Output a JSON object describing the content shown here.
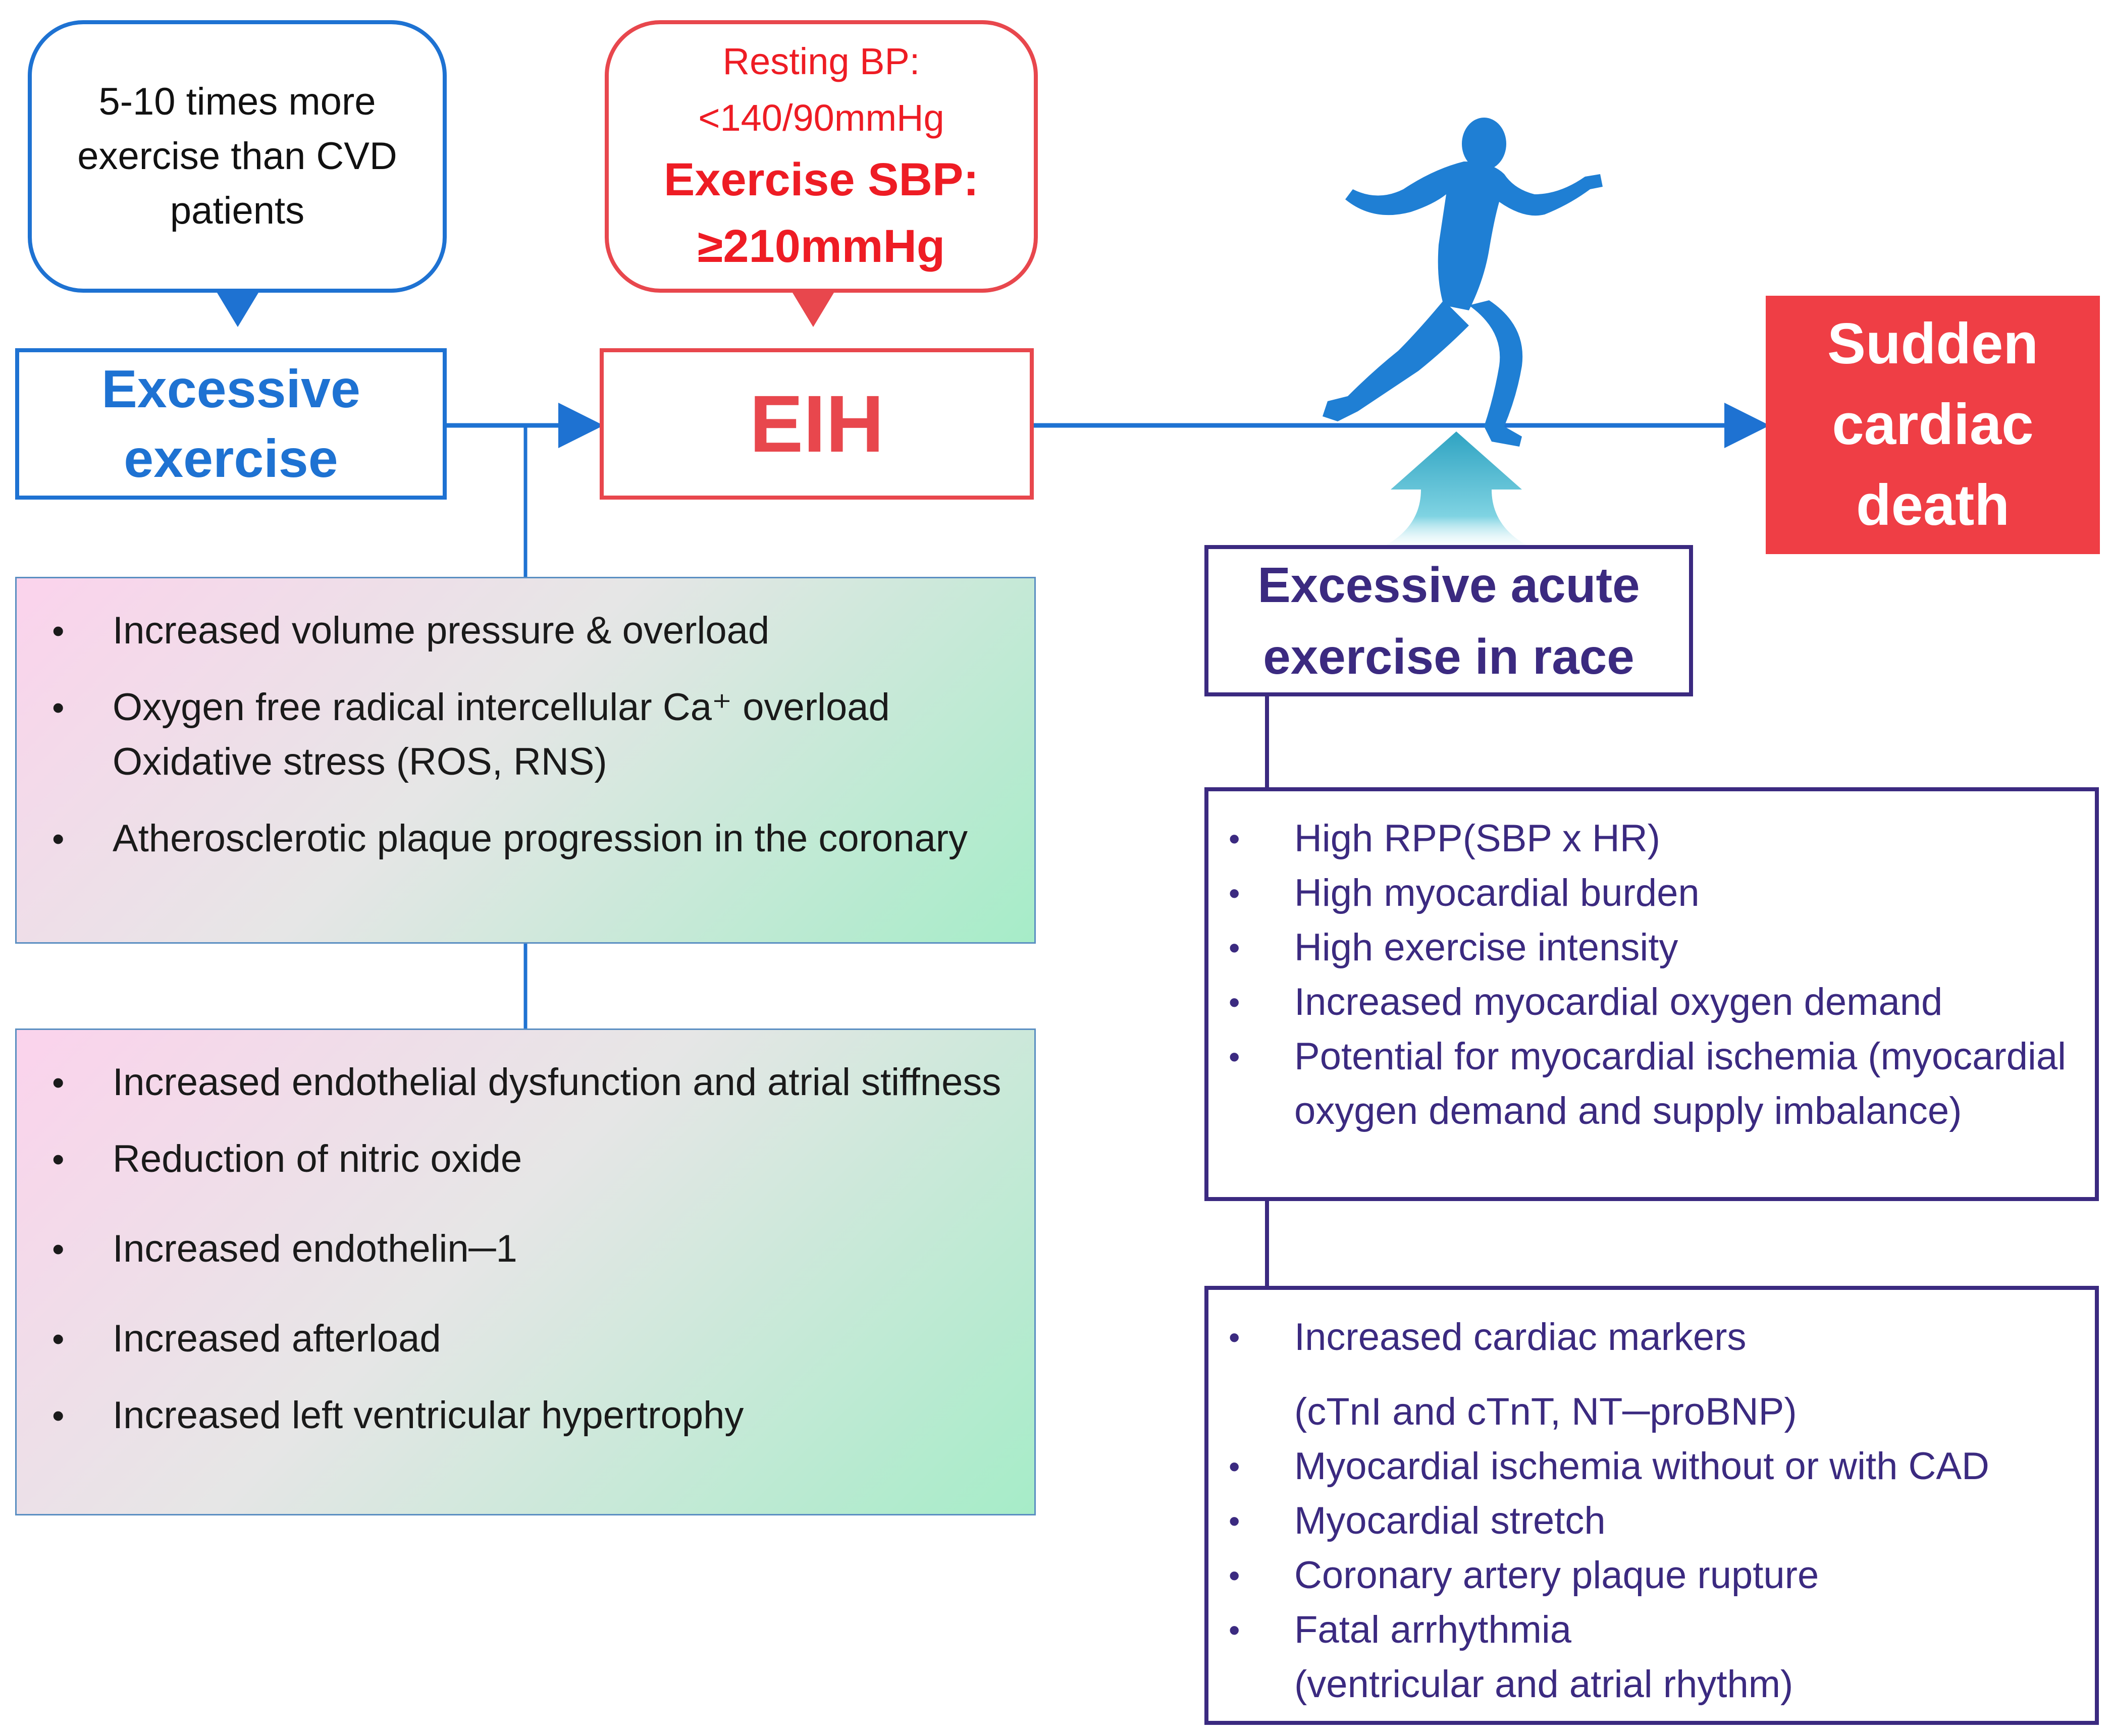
{
  "callouts": {
    "exercise_note": "5-10 times more exercise than CVD patients",
    "bp": {
      "resting_label": "Resting BP:",
      "resting_value": "<140/90mmHg",
      "exercise_label": "Exercise SBP:",
      "exercise_value": "≥210mmHg"
    }
  },
  "nodes": {
    "excessive_exercise": [
      "Excessive",
      "exercise"
    ],
    "eih": "EIH",
    "sudden_death": [
      "Sudden",
      "cardiac",
      "death"
    ],
    "acute_exercise": [
      "Excessive acute",
      "exercise in race"
    ]
  },
  "lists": {
    "effects_primary": [
      "Increased volume pressure & overload",
      "Oxygen free radical intercellular Ca⁺ overload Oxidative stress (ROS, RNS)",
      " Atherosclerotic plaque progression in the coronary"
    ],
    "effects_secondary": [
      "Increased endothelial dysfunction and atrial stiffness",
      "Reduction of nitric oxide",
      "Increased endothelin─1",
      "Increased afterload",
      "Increased left ventricular hypertrophy"
    ],
    "race_factors": [
      "High RPP(SBP x HR)",
      "High myocardial burden",
      "High exercise intensity",
      "Increased myocardial oxygen demand",
      "Potential for myocardial ischemia (myocardial oxygen demand and supply imbalance)"
    ],
    "race_outcomes": {
      "markers_line1": "Increased cardiac markers",
      "markers_line2": "(cTnI and cTnT, NT─proBNP)",
      "ischemia": "Myocardial ischemia without or with CAD",
      "stretch": "Myocardial stretch",
      "plaque": "Coronary artery plaque rupture",
      "arrhythmia_line1": "Fatal arrhythmia",
      "arrhythmia_line2": "(ventricular and atrial rhythm)"
    }
  },
  "bullet": "•",
  "colors": {
    "blue": "#1e72d2",
    "red": "#e8474d",
    "death_fill": "#ef3e45",
    "purple": "#3b2a80",
    "runner": "#1f7fd4",
    "glow_arrow": "#48b8d0"
  },
  "icons": {
    "runner": "running-man-silhouette-icon",
    "upward_arrow": "upward-glow-arrow-icon"
  }
}
